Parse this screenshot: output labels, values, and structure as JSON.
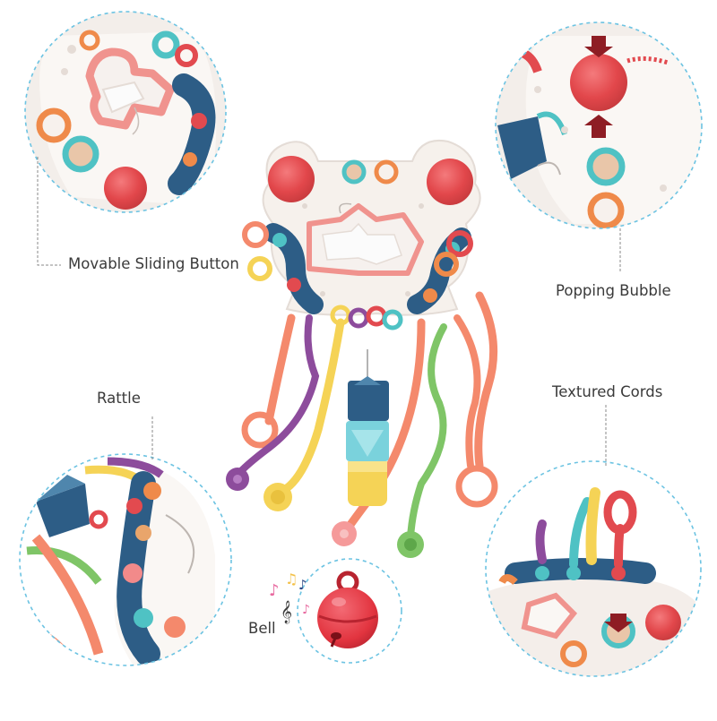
{
  "labels": {
    "sliding_button": "Movable Sliding Button",
    "popping_bubble": "Popping Bubble",
    "rattle": "Rattle",
    "textured_cords": "Textured Cords",
    "bell": "Bell"
  },
  "colors": {
    "circle_border": "#6cc3e2",
    "leader_line": "#8a8a8a",
    "board": "#f4eeea",
    "bubble_red": "#e8474b",
    "navy": "#2d5d86",
    "teal": "#4fc2c4",
    "orange": "#ef8a4a",
    "pink_outline": "#f08f8f",
    "purple": "#8d4c9c",
    "yellow": "#f5d356",
    "green": "#7fc567",
    "coral": "#f4896c",
    "red_cord": "#e24a4f",
    "bell_red": "#e53845"
  }
}
